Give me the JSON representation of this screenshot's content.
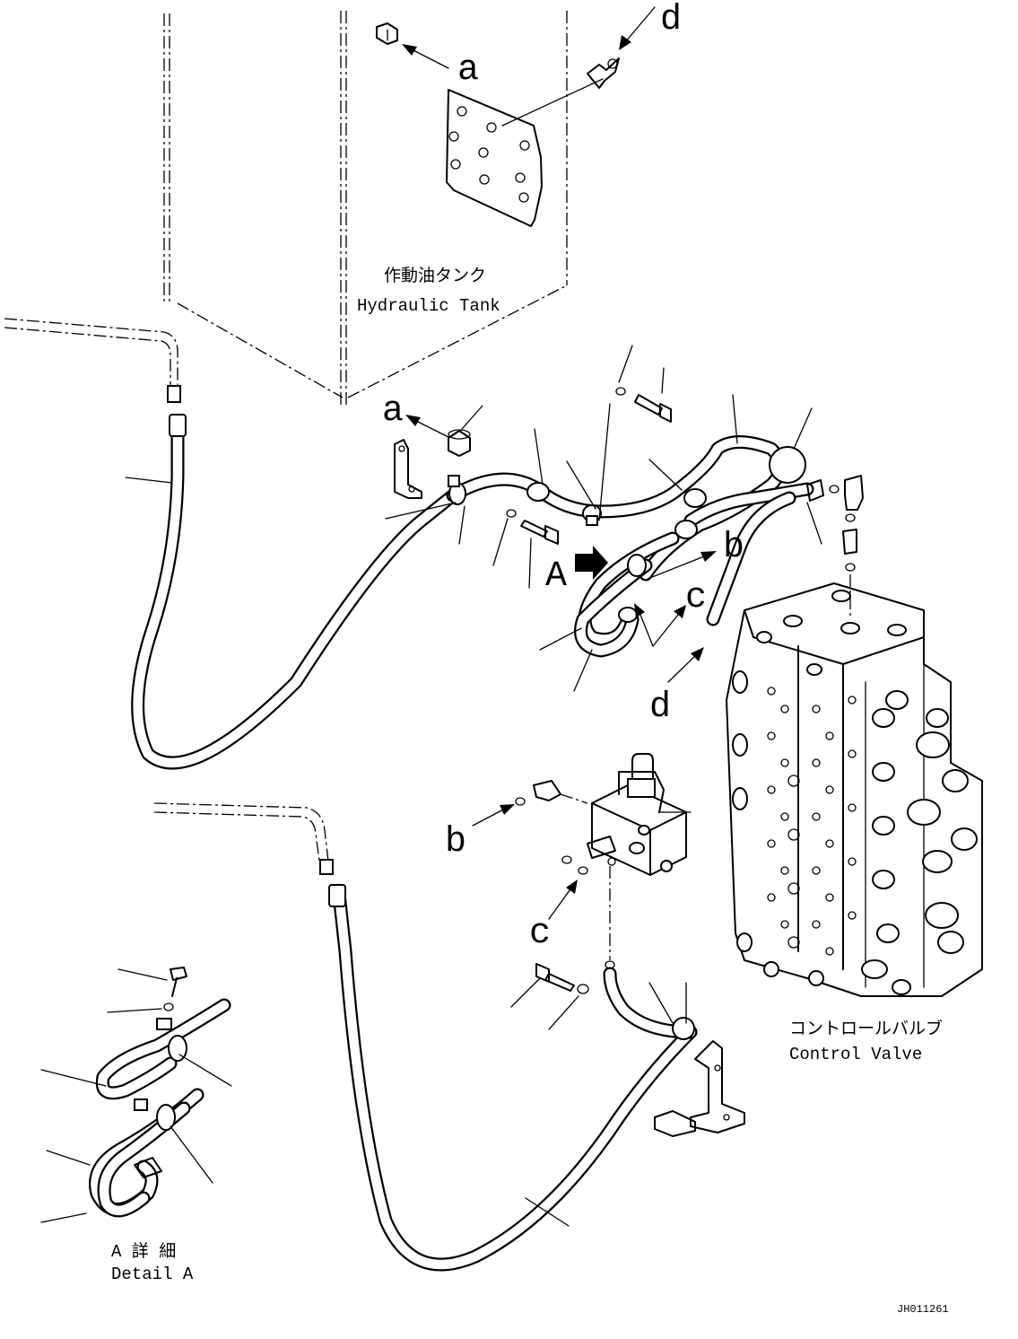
{
  "labels": {
    "tank_jp": "作動油タンク",
    "tank_en": "Hydraulic Tank",
    "valve_jp": "コントロールバルブ",
    "valve_en": "Control Valve",
    "detail_jp": "A 詳 細",
    "detail_en": "Detail A",
    "drawing_id": "JH011261"
  },
  "callouts": {
    "a_top": "a",
    "d_top": "d",
    "a_mid": "a",
    "A_view": "A",
    "b_mid": "b",
    "c_mid": "c",
    "d_mid": "d",
    "b_low": "b",
    "c_low": "c"
  }
}
